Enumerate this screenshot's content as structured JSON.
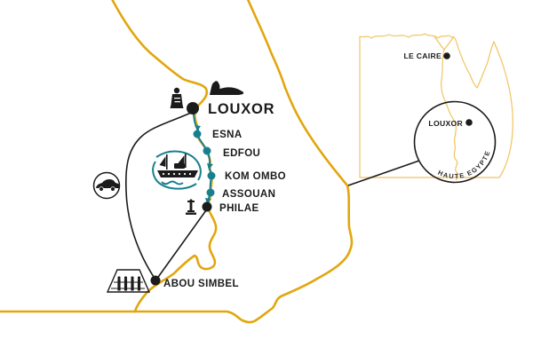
{
  "colors": {
    "route_gold": "#E2A60E",
    "inset_gold": "#F0C45F",
    "teal": "#187F8E",
    "ink": "#1B1B1B",
    "bg": "#FFFFFF"
  },
  "main_map": {
    "stops": [
      {
        "id": "louxor",
        "label": "LOUXOR",
        "marker": "black-dot"
      },
      {
        "id": "esna",
        "label": "ESNA",
        "marker": "teal-dot"
      },
      {
        "id": "edfou",
        "label": "EDFOU",
        "marker": "teal-dot"
      },
      {
        "id": "kom-ombo",
        "label": "KOM OMBO",
        "marker": "teal-dot"
      },
      {
        "id": "assouan",
        "label": "ASSOUAN",
        "marker": "teal-dot"
      },
      {
        "id": "philae",
        "label": "PHILAE",
        "marker": "black-dot"
      },
      {
        "id": "abou-simbel",
        "label": "ABOU SIMBEL",
        "marker": "black-dot"
      }
    ],
    "icons": {
      "near_louxor": [
        "sphinx",
        "colossus-statue"
      ],
      "cruise_segment": "nile-cruise-boat",
      "road_segment": "car",
      "near_philae": "obelisk",
      "near_abou_simbel": "temple-facade"
    },
    "routes": {
      "river_cruise": "teal line with arrows from Louxor to Philae",
      "road_loop": "black arc Louxor to Abou Simbel",
      "road_link": "black line Philae to Abou Simbel"
    }
  },
  "inset_map": {
    "cities": [
      {
        "id": "le-caire",
        "label": "LE CAIRE"
      },
      {
        "id": "louxor",
        "label": "LOUXOR"
      }
    ],
    "region_label": "HAUTE EGYPTE",
    "magnifier": "circle highlighting Upper Egypt linked to main map"
  }
}
